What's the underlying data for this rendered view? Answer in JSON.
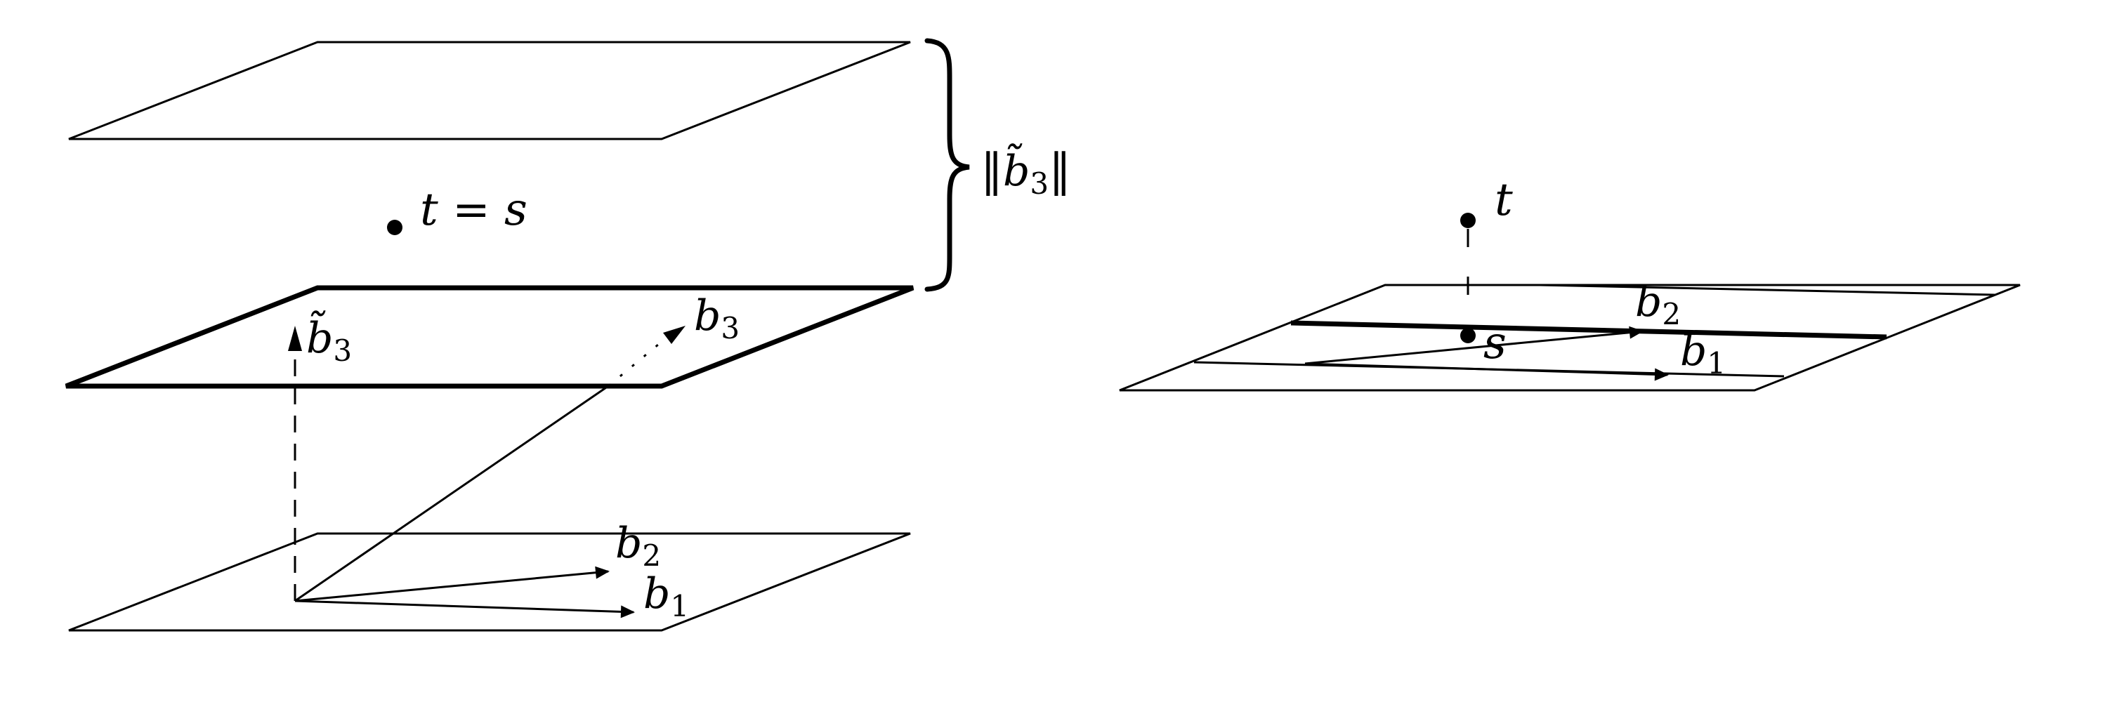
{
  "left_figure": {
    "label_t_eq_s": "t = s",
    "label_b3": "b",
    "label_b3_sub": "3",
    "label_b3tilde": "b̃",
    "label_b3tilde_sub": "3",
    "label_b2": "b",
    "label_b2_sub": "2",
    "label_b1": "b",
    "label_b1_sub": "1",
    "norm_label_open": "‖",
    "norm_label_b": "b̃",
    "norm_label_sub": "3",
    "norm_label_close": "‖"
  },
  "right_figure": {
    "label_t": "t",
    "label_s": "s",
    "label_b2": "b",
    "label_b2_sub": "2",
    "label_b1": "b",
    "label_b1_sub": "1"
  }
}
